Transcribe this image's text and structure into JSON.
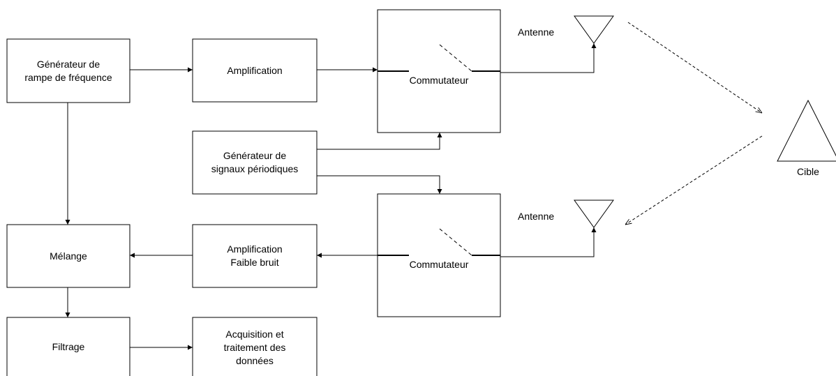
{
  "blocks": {
    "ramp_generator": "Générateur de\nrampe de fréquence",
    "amplification": "Amplification",
    "signal_generator": "Générateur de\nsignaux périodiques",
    "mixer": "Mélange",
    "lna": "Amplification\nFaible bruit",
    "filter": "Filtrage",
    "acquisition": "Acquisition et\ntraitement des\ndonnées",
    "switch_tx": "Commutateur",
    "switch_rx": "Commutateur"
  },
  "antennas": {
    "tx_label": "Antenne",
    "rx_label": "Antenne"
  },
  "target": {
    "label": "Cible"
  }
}
